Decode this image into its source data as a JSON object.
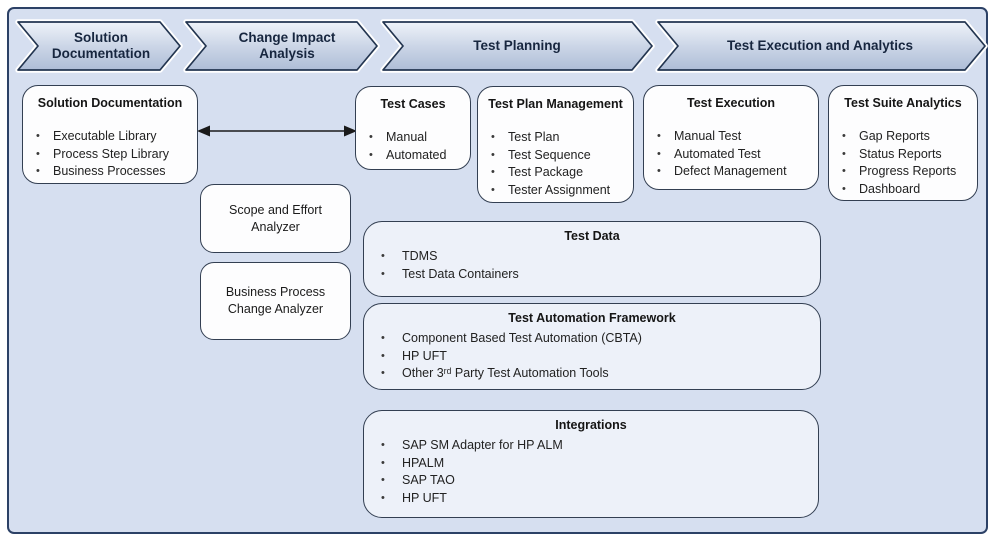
{
  "colors": {
    "canvas_background": "#d6dff0",
    "canvas_border": "#2c4166",
    "chevron_fill_top": "#eff3f9",
    "chevron_fill_bottom": "#aebdd7",
    "chevron_border": "#233550",
    "chevron_text": "#17263f",
    "box_border": "#333f52",
    "box_fill": "#fdfdfe",
    "box_fill_wide": "#edf1f9",
    "arrow_color": "#1a1a1a"
  },
  "banner": {
    "chevrons": [
      {
        "label": "Solution Documentation"
      },
      {
        "label": "Change Impact Analysis"
      },
      {
        "label": "Test Planning"
      },
      {
        "label": "Test Execution and Analytics"
      }
    ]
  },
  "boxes": {
    "solution_documentation": {
      "title": "Solution Documentation",
      "items": [
        "Executable Library",
        "Process Step Library",
        "Business Processes"
      ]
    },
    "test_cases": {
      "title": "Test Cases",
      "items": [
        "Manual",
        "Automated"
      ]
    },
    "test_plan_management": {
      "title": "Test Plan Management",
      "items": [
        "Test Plan",
        "Test Sequence",
        "Test Package",
        "Tester Assignment"
      ]
    },
    "test_execution": {
      "title": "Test Execution",
      "items": [
        "Manual Test",
        "Automated Test",
        "Defect Management"
      ]
    },
    "test_suite_analytics": {
      "title": "Test Suite Analytics",
      "items": [
        "Gap Reports",
        "Status Reports",
        "Progress Reports",
        "Dashboard"
      ]
    },
    "scope_effort_analyzer": {
      "title": "Scope and Effort Analyzer"
    },
    "business_process_change_analyzer": {
      "title": "Business Process Change Analyzer"
    },
    "test_data": {
      "title": "Test Data",
      "items": [
        "TDMS",
        "Test Data Containers"
      ]
    },
    "test_automation_framework": {
      "title": "Test Automation Framework",
      "items": [
        "Component Based Test Automation (CBTA)",
        "HP UFT",
        "Other 3ʳᵈ Party Test Automation Tools"
      ]
    },
    "integrations": {
      "title": "Integrations",
      "items": [
        "SAP SM Adapter for HP ALM",
        "HPALM",
        "SAP TAO",
        "HP UFT"
      ]
    }
  }
}
